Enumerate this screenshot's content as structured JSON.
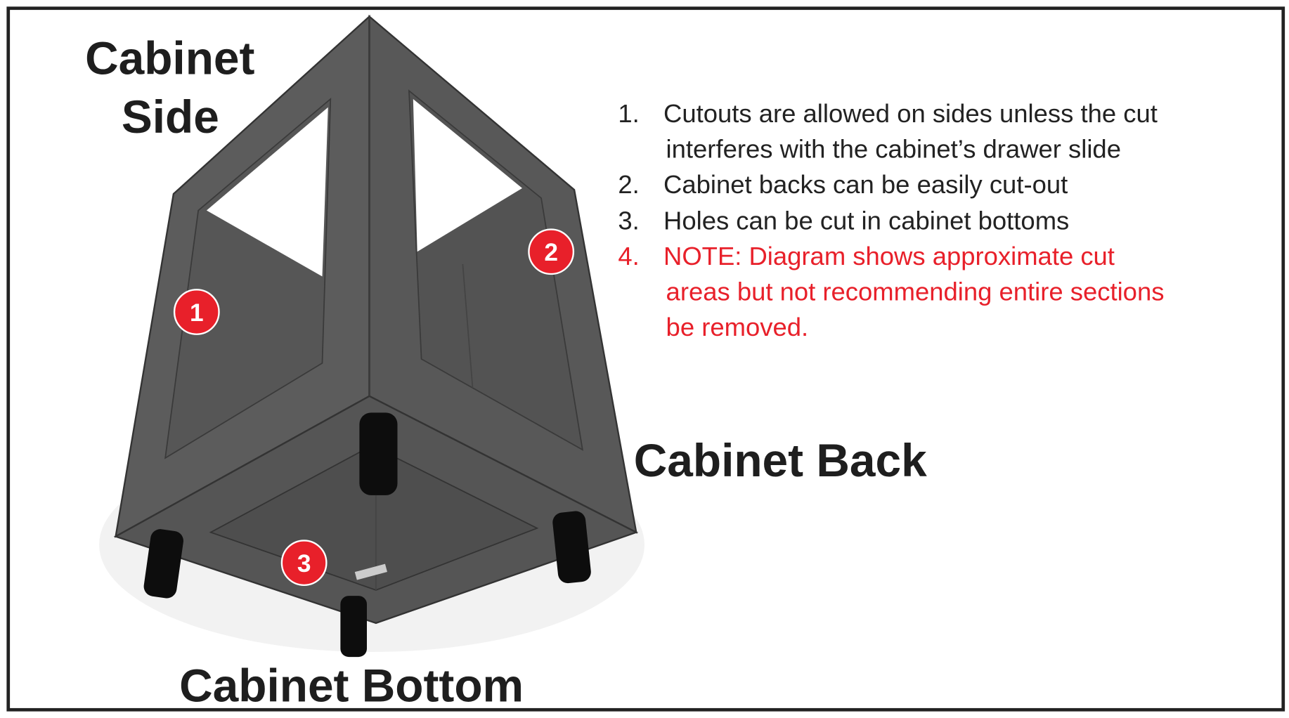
{
  "labels": {
    "side_line1": "Cabinet",
    "side_line2": "Side",
    "back": "Cabinet Back",
    "bottom": "Cabinet Bottom"
  },
  "badges": [
    "1",
    "2",
    "3"
  ],
  "notes": [
    {
      "num": "1.",
      "lines": [
        "Cutouts are allowed on sides unless the cut",
        "interferes with the cabinet’s drawer slide"
      ]
    },
    {
      "num": "2.",
      "lines": [
        "Cabinet backs can be easily cut-out"
      ]
    },
    {
      "num": "3.",
      "lines": [
        "Holes can be cut in cabinet bottoms"
      ]
    },
    {
      "num": "4.",
      "lines": [
        "NOTE: Diagram shows approximate cut",
        "areas but not recommending entire sections",
        "be removed."
      ]
    }
  ],
  "colors": {
    "accent_red": "#e8202a",
    "panel": "#5a5a5a",
    "border": "#222222"
  }
}
